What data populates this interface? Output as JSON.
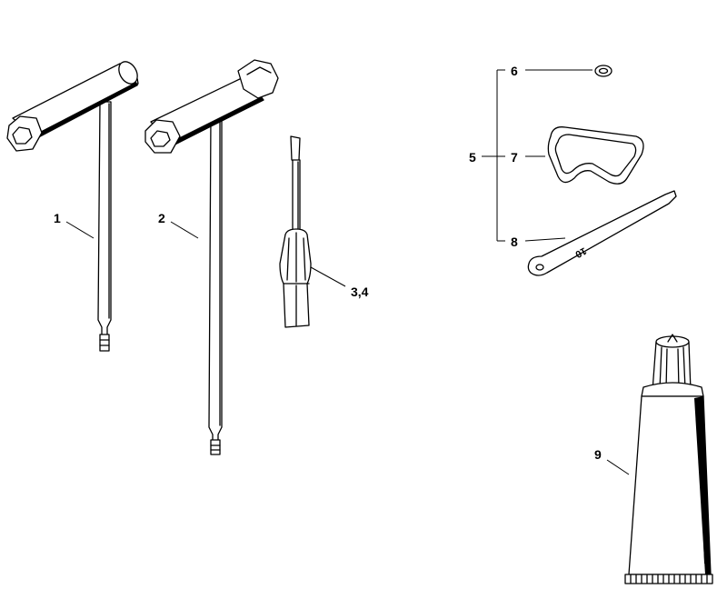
{
  "callouts": {
    "c1": "1",
    "c2": "2",
    "c34": "3,4",
    "c5": "5",
    "c6": "6",
    "c7": "7",
    "c8": "8",
    "c9": "9"
  },
  "wrench_marking": "10",
  "parts": {
    "p1": "t-wrench-short-icon",
    "p2": "t-wrench-long-icon",
    "p34": "screwdriver-icon",
    "p6": "washer-icon",
    "p7": "gasket-icon",
    "p8": "flat-wrench-icon",
    "p9": "grease-tube-icon"
  }
}
